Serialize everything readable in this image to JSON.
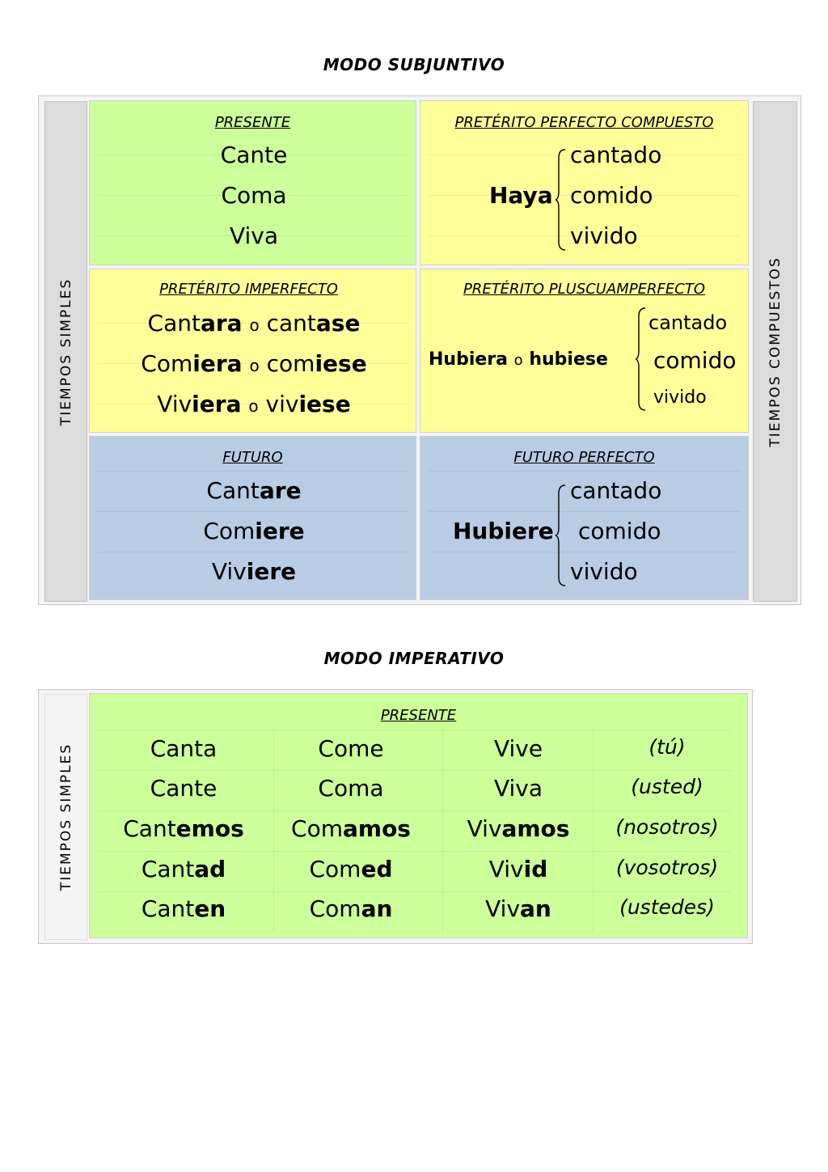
{
  "subjuntivo": {
    "title": "MODO SUBJUNTIVO",
    "side_left": "TIEMPOS   SIMPLES",
    "side_right": "TIEMPOS   COMPUESTOS",
    "presente": {
      "title": "PRESENTE",
      "forms": [
        "Cante",
        "Coma",
        "Viva"
      ]
    },
    "perfecto": {
      "title": "PRETÉRITO PERFECTO COMPUESTO",
      "aux": "Haya",
      "participles": [
        "cantado",
        "comido",
        "vivido"
      ]
    },
    "imperfecto": {
      "title": "PRETÉRITO IMPERFECTO",
      "connector": "o",
      "rows": [
        {
          "stem1": "Cant",
          "end1": "ara",
          "stem2": "cant",
          "end2": "ase"
        },
        {
          "stem1": "Com",
          "end1": "iera",
          "stem2": "com",
          "end2": "iese"
        },
        {
          "stem1": "Viv",
          "end1": "iera",
          "stem2": "viv",
          "end2": "iese"
        }
      ]
    },
    "pluscuamperfecto": {
      "title": "PRETÉRITO PLUSCUAMPERFECTO",
      "aux1": "Hubiera",
      "connector": "o",
      "aux2": "hubiese",
      "participles": [
        "cantado",
        "comido",
        "vivido"
      ]
    },
    "futuro": {
      "title": "FUTURO",
      "rows": [
        {
          "stem": "Cant",
          "end": "are"
        },
        {
          "stem": "Com",
          "end": "iere"
        },
        {
          "stem": "Viv",
          "end": "iere"
        }
      ]
    },
    "futuro_perfecto": {
      "title": "FUTURO PERFECTO",
      "aux": "Hubiere",
      "participles": [
        "cantado",
        "comido",
        "vivido"
      ]
    }
  },
  "imperativo": {
    "title": "MODO IMPERATIVO",
    "side_left": "TIEMPOS   SIMPLES",
    "presente_title": "PRESENTE",
    "rows": [
      {
        "c1": "Cant",
        "e1": "a",
        "c2": "Com",
        "e2": "e",
        "c3": "Viv",
        "e3": "e",
        "pron": "(tú)"
      },
      {
        "c1": "Cant",
        "e1": "e",
        "c2": "Com",
        "e2": "a",
        "c3": "Viv",
        "e3": "a",
        "pron": "(usted)"
      },
      {
        "c1": "Cant",
        "e1": "emos",
        "c2": "Com",
        "e2": "amos",
        "c3": "Viv",
        "e3": "amos",
        "pron": "(nosotros)"
      },
      {
        "c1": "Cant",
        "e1": "ad",
        "c2": "Com",
        "e2": "ed",
        "c3": "Viv",
        "e3": "id",
        "pron": "(vosotros)"
      },
      {
        "c1": "Cant",
        "e1": "en",
        "c2": "Com",
        "e2": "an",
        "c3": "Viv",
        "e3": "an",
        "pron": "(ustedes)"
      }
    ]
  },
  "colors": {
    "green": "#ccff99",
    "yellow": "#ffff99",
    "blue": "#b8cce4",
    "side": "#dcdcdc"
  }
}
